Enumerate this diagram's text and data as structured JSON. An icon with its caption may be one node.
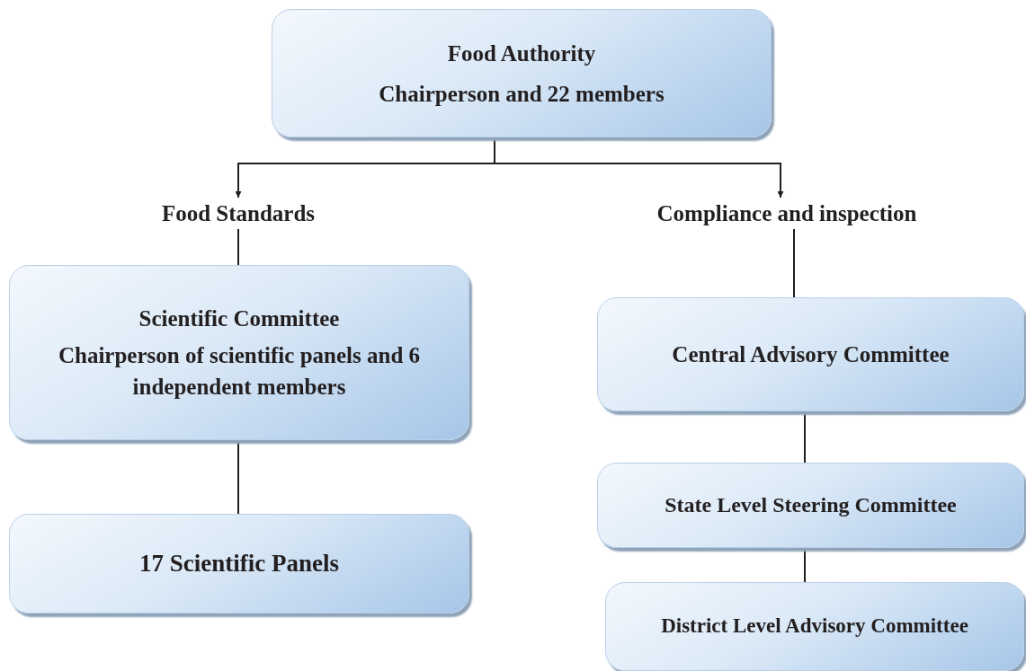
{
  "diagram": {
    "nodes": [
      {
        "text": [
          "Food Authority",
          "Chairperson and 22 members"
        ]
      },
      {
        "text": [
          "Food Standards"
        ]
      },
      {
        "text": [
          "Compliance and inspection"
        ]
      },
      {
        "text": [
          "Scientific Committee",
          "Chairperson of scientific panels and 6 independent members"
        ]
      },
      {
        "text": [
          "17 Scientific Panels"
        ]
      },
      {
        "text": [
          "Central Advisory Committee"
        ]
      },
      {
        "text": [
          "State Level Steering Committee"
        ]
      },
      {
        "text": [
          "District Level Advisory Committee"
        ]
      }
    ],
    "edges": [
      {
        "from": 0,
        "to": 1,
        "arrow": "to"
      },
      {
        "from": 0,
        "to": 2,
        "arrow": "to"
      },
      {
        "from": 1,
        "to": 3,
        "arrow": "none"
      },
      {
        "from": 3,
        "to": 4,
        "arrow": "none"
      },
      {
        "from": 2,
        "to": 5,
        "arrow": "none"
      },
      {
        "from": 5,
        "to": 6,
        "arrow": "none"
      },
      {
        "from": 6,
        "to": 7,
        "arrow": "none"
      }
    ]
  }
}
